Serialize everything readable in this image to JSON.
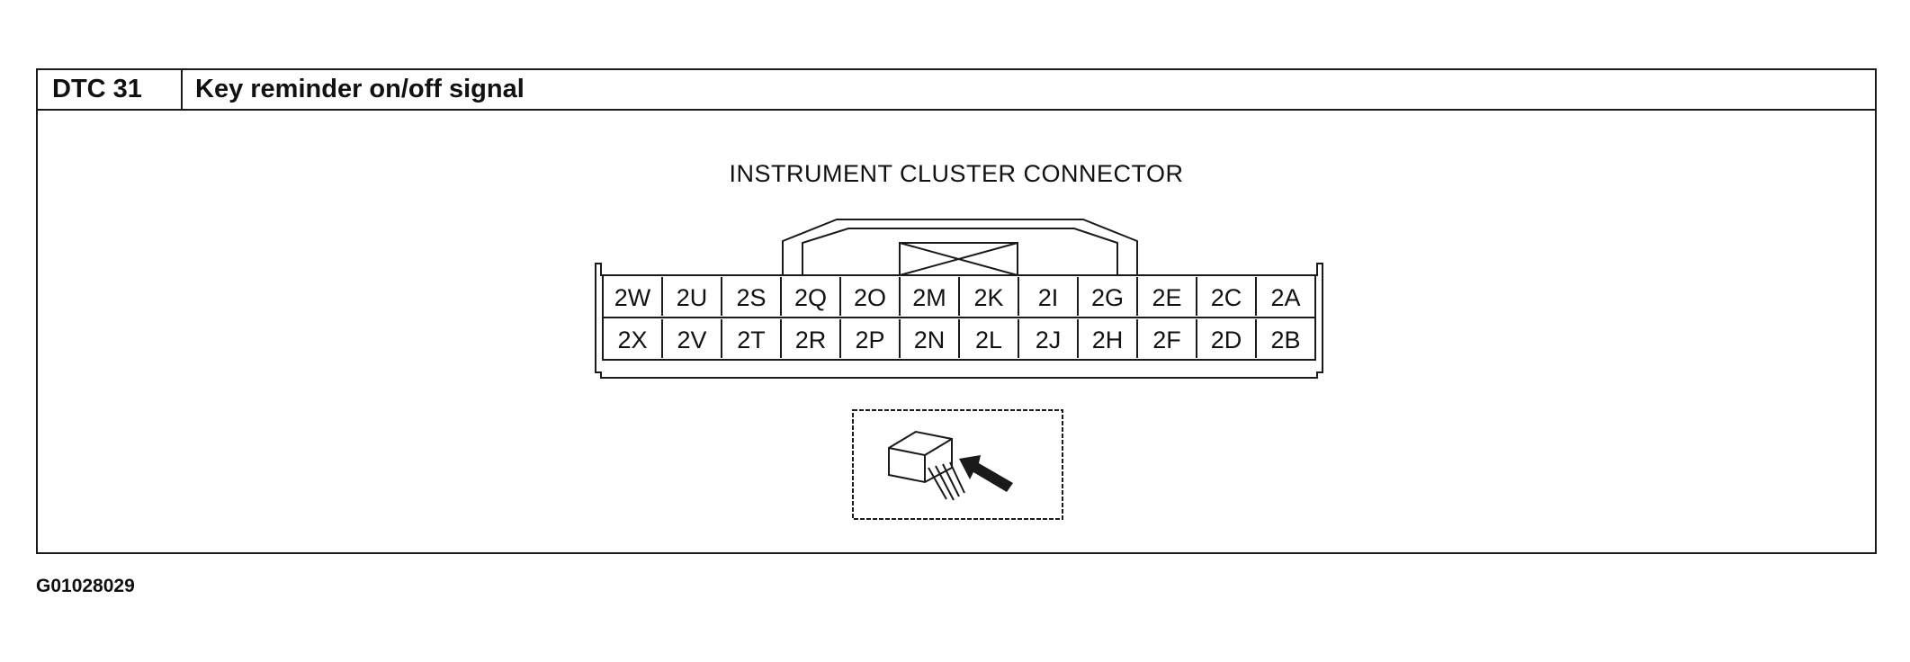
{
  "dtc": {
    "code": "DTC 31",
    "title": "Key reminder on/off signal"
  },
  "diagram": {
    "connector_title": "INSTRUMENT CLUSTER CONNECTOR",
    "top_row": [
      "2W",
      "2U",
      "2S",
      "2Q",
      "2O",
      "2M",
      "2K",
      "2I",
      "2G",
      "2E",
      "2C",
      "2A"
    ],
    "bottom_row": [
      "2X",
      "2V",
      "2T",
      "2R",
      "2P",
      "2N",
      "2L",
      "2J",
      "2H",
      "2F",
      "2D",
      "2B"
    ],
    "bridge_pins": [
      "2Q",
      "2G"
    ],
    "crossed_pins": [
      "2M",
      "2K"
    ]
  },
  "figure_id": "G01028029"
}
